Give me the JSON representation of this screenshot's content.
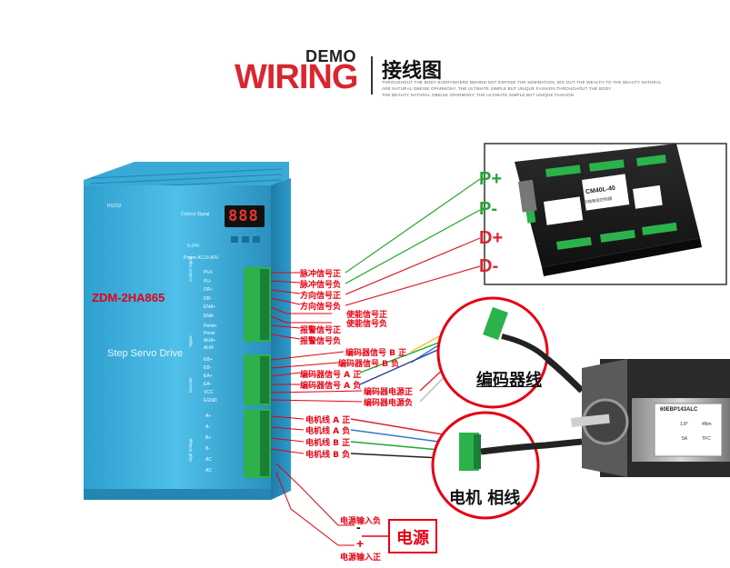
{
  "header": {
    "demo": "DEMO",
    "wiring": "WIRING",
    "title_cn": "接线图",
    "tagline_1": "THROUGHOUT THE BODY EVERYWHERE BEHIND NOT EXPOSE THE SEMINATION, DIG OUT THE WEALTH TO THE BEAUTY NATURAL",
    "tagline_2": "ARE NATURAL OBEISE OPARMONY, THE ULTIMATE SIMPLE BUT UNIQUE FASHION THROUGHOUT THE BODY",
    "tagline_3": "THE BEAUTY NATURAL OBEISE OPARMONY, THE ULTIMATE SIMPLE BUT UNIQUE FASHION"
  },
  "driver": {
    "model": "ZDM-2HA865",
    "product_name": "Step Servo Drive",
    "rs232": "RS232",
    "control_signal": "Control Signal",
    "display_digits": "888",
    "voltage_low": "5-24V",
    "power_label": "Power AC18-80V",
    "group_labels": [
      "Control Signal",
      "Signal",
      "Encoder",
      "High Voltage"
    ],
    "control_terminals": [
      "PU+",
      "PU-",
      "DR+",
      "DR-",
      "ENA+",
      "ENA-"
    ],
    "signal_terminals": [
      "Pend+",
      "Pend-",
      "ALM+",
      "ALM-"
    ],
    "encoder_terminals": [
      "EB+",
      "EB-",
      "EA+",
      "EA-",
      "VCC",
      "EGND"
    ],
    "power_terminals": [
      "A+",
      "A-",
      "B+",
      "B-",
      "AC",
      "AC"
    ]
  },
  "labels": {
    "control": [
      "脉冲信号正",
      "脉冲信号负",
      "方向信号正",
      "方向信号负"
    ],
    "enable": [
      "使能信号正",
      "使能信号负"
    ],
    "alarm": [
      "报警信号正",
      "报警信号负"
    ],
    "encoder": [
      "编码器信号 B 正",
      "编码器信号 B 负",
      "编码器信号 A 正",
      "编码器信号 A 负",
      "编码器电源正",
      "编码器电源负"
    ],
    "motor": [
      "电机线 A 正",
      "电机线 A 负",
      "电机线 B 正",
      "电机线 B 负"
    ],
    "power_neg": "电源输入负",
    "power_pos": "电源输入正",
    "power_box": "电源",
    "minus": "-",
    "plus": "+"
  },
  "controller": {
    "model": "CM40L-40",
    "subtitle": "四轴智能控制器",
    "pins": [
      "P+",
      "P-",
      "D+",
      "D-"
    ],
    "pin_colors": [
      "#1fa82f",
      "#1fa82f",
      "#d9262f",
      "#d9262f"
    ]
  },
  "callouts": {
    "encoder_cable": "编码器线",
    "motor_cable": "电机 相线"
  },
  "motor": {
    "label_model": "60EBP143ALC",
    "spec_angle": "1.8°",
    "spec_rpm": "4Nm",
    "spec_current": "5A",
    "spec_brand": "TFC"
  },
  "colors": {
    "accent_red": "#e60012",
    "driver_blue": "#2aa7d6",
    "terminal_green": "#2bb24c",
    "wire_green": "#1fa82f"
  }
}
